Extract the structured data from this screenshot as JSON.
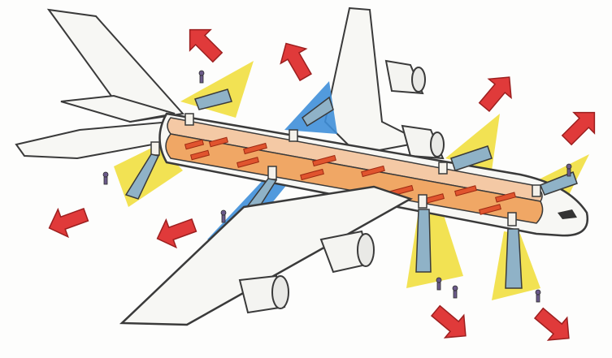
{
  "diagram": {
    "subject": "aircraft-emergency-evacuation",
    "colors": {
      "fuselage": "#f7f7f4",
      "outline": "#3a3a3a",
      "cabin": "#f0a765",
      "cabin_upper": "#f4c9a5",
      "seat_rows": "#e0542e",
      "slide_zone_yellow": "#f1e04a",
      "slide_zone_blue": "#3f8fd9",
      "slide": "#8fb2c7",
      "arrow": "#e03a3a",
      "arrow_outline": "#9c1f1f"
    },
    "exits": [
      {
        "id": "upper-aft-left",
        "zone": "yellow"
      },
      {
        "id": "aft-left",
        "zone": "yellow"
      },
      {
        "id": "mid-left-wing",
        "zone": "blue"
      },
      {
        "id": "upper-fwd-left",
        "zone": "yellow"
      },
      {
        "id": "fwd-left-upper",
        "zone": "yellow"
      },
      {
        "id": "fwd-left-lower-1",
        "zone": "yellow"
      },
      {
        "id": "fwd-left-lower-2",
        "zone": "yellow"
      }
    ],
    "arrow_directions": [
      "up-left",
      "up-left",
      "up-right",
      "up-right",
      "down-left",
      "down-left",
      "down-right",
      "down-right"
    ]
  }
}
